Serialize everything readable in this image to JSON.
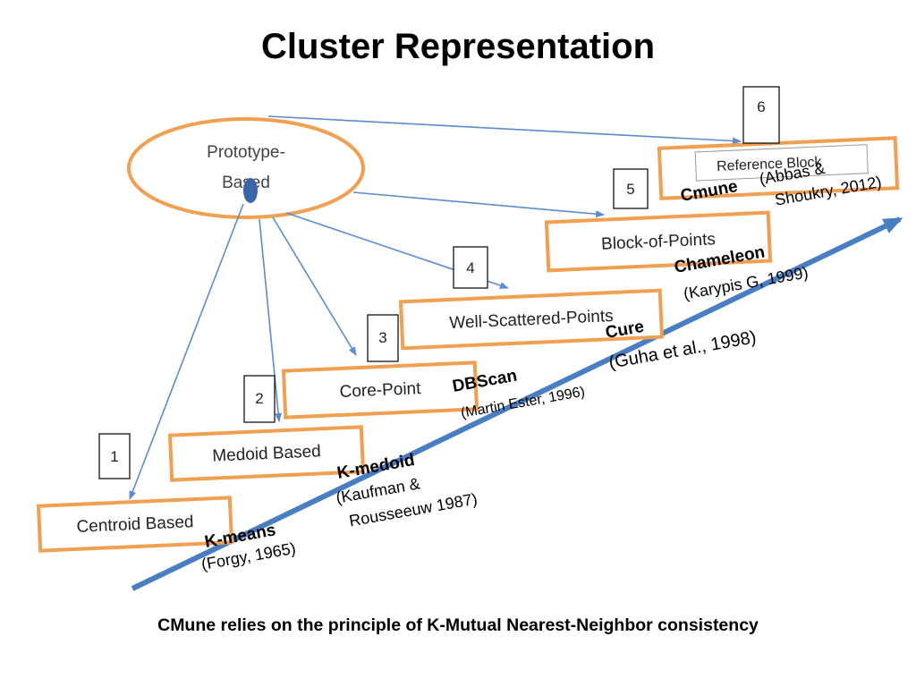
{
  "title": "Cluster Representation",
  "caption": "CMune relies on the principle of K-Mutual Nearest-Neighbor consistency",
  "root": {
    "line1": "Prototype-",
    "line2": "Based"
  },
  "stages": [
    {
      "number": "1",
      "label": "Centroid Based"
    },
    {
      "number": "2",
      "label": "Medoid Based"
    },
    {
      "number": "3",
      "label": "Core-Point"
    },
    {
      "number": "4",
      "label": "Well-Scattered-Points"
    },
    {
      "number": "5",
      "label": "Block-of-Points"
    },
    {
      "number": "6",
      "label": "Reference Block"
    }
  ],
  "algorithms": [
    {
      "name": "K-means",
      "ref1": "(Forgy, 1965)",
      "ref2": ""
    },
    {
      "name": "K-medoid",
      "ref1": "(Kaufman &",
      "ref2": "Rousseeuw 1987)"
    },
    {
      "name": "DBScan",
      "ref1": "(Martin Ester, 1996)",
      "ref2": ""
    },
    {
      "name": "Cure",
      "ref1": "(Guha et al., 1998)",
      "ref2": ""
    },
    {
      "name": "Chameleon",
      "ref1": "(Karypis G, 1999)",
      "ref2": ""
    },
    {
      "name": "Cmune",
      "ref1": "(Abbas &",
      "ref2": "Shoukry, 2012)"
    }
  ],
  "colors": {
    "box_border": "#F0A050",
    "arrow": "#5B8BD0",
    "timeline": "#4A7EC2",
    "text": "#000000"
  }
}
